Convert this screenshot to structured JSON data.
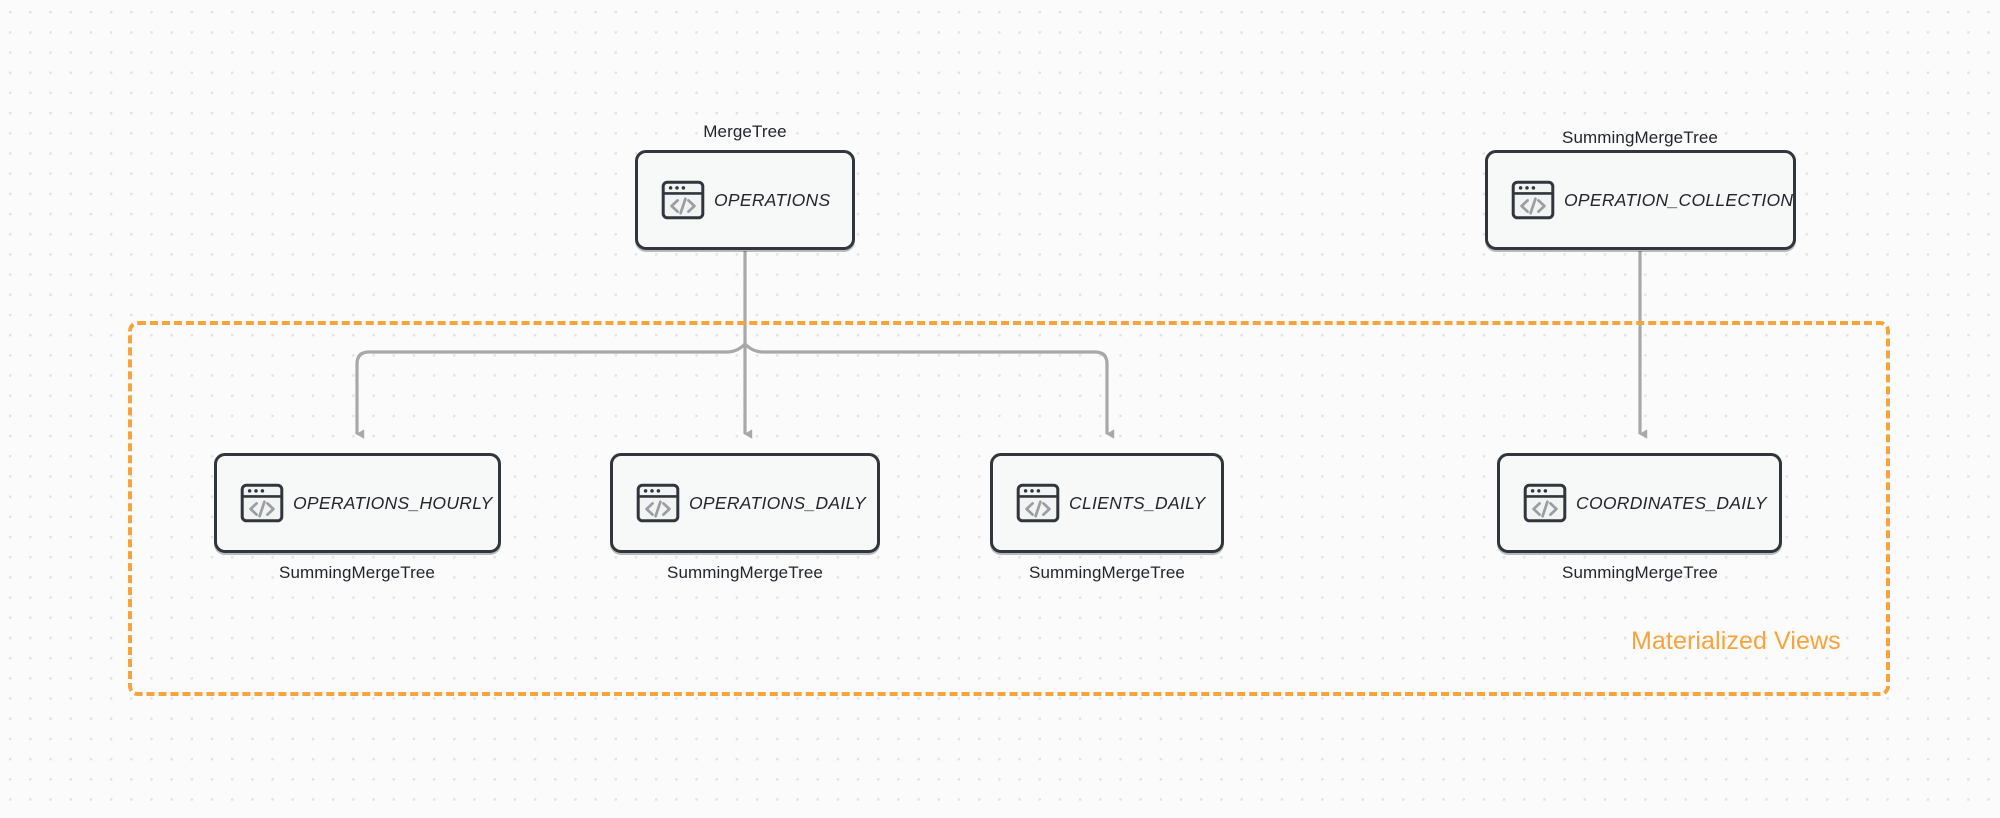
{
  "canvas": {
    "background_color": "#fbfbfb",
    "dot_color": "#e3e1e4"
  },
  "theme": {
    "node_fill": "#f7f8f8",
    "node_border": "#31363d",
    "edge_color": "#a8a8a8",
    "accent_orange": "#f9a33c",
    "text_color": "#22262c"
  },
  "group": {
    "label": "Materialized Views",
    "border_style": "dashed",
    "border_color": "#f9a33c"
  },
  "nodes": [
    {
      "id": "operations",
      "title": "OPERATIONS",
      "engine": "MergeTree",
      "engine_position": "above",
      "icon": "code-window-icon"
    },
    {
      "id": "operation_collection",
      "title": "OPERATION_COLLECTION",
      "engine": "SummingMergeTree",
      "engine_position": "above",
      "icon": "code-window-icon"
    },
    {
      "id": "operations_hourly",
      "title": "OPERATIONS_HOURLY",
      "engine": "SummingMergeTree",
      "engine_position": "below",
      "icon": "code-window-icon"
    },
    {
      "id": "operations_daily",
      "title": "OPERATIONS_DAILY",
      "engine": "SummingMergeTree",
      "engine_position": "below",
      "icon": "code-window-icon"
    },
    {
      "id": "clients_daily",
      "title": "CLIENTS_DAILY",
      "engine": "SummingMergeTree",
      "engine_position": "below",
      "icon": "code-window-icon"
    },
    {
      "id": "coordinates_daily",
      "title": "COORDINATES_DAILY",
      "engine": "SummingMergeTree",
      "engine_position": "below",
      "icon": "code-window-icon"
    }
  ],
  "edges": [
    {
      "from": "operations",
      "to": "operations_hourly"
    },
    {
      "from": "operations",
      "to": "operations_daily"
    },
    {
      "from": "operations",
      "to": "clients_daily"
    },
    {
      "from": "operation_collection",
      "to": "coordinates_daily"
    }
  ]
}
